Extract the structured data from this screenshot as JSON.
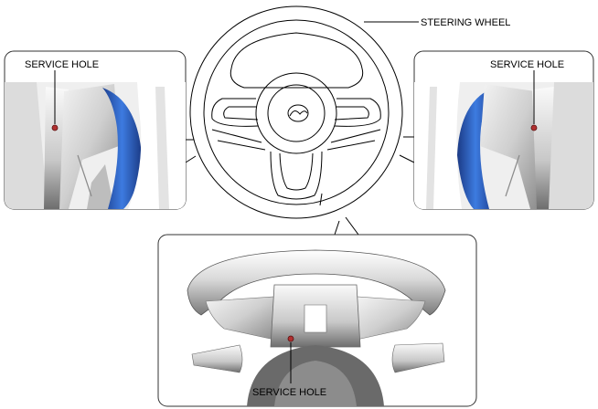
{
  "labels": {
    "steering_wheel": "STEERING WHEEL",
    "service_hole_left": "SERVICE HOLE",
    "service_hole_right": "SERVICE HOLE",
    "service_hole_bottom": "SERVICE HOLE"
  },
  "colors": {
    "line": "#000000",
    "panel_border": "#333333",
    "service_hole_marker": "#b03030",
    "blue_trim": "#2a5fc0",
    "gray_light": "#e8e8e8",
    "gray_mid": "#bdbdbd",
    "gray_dark": "#5a5a5a"
  }
}
